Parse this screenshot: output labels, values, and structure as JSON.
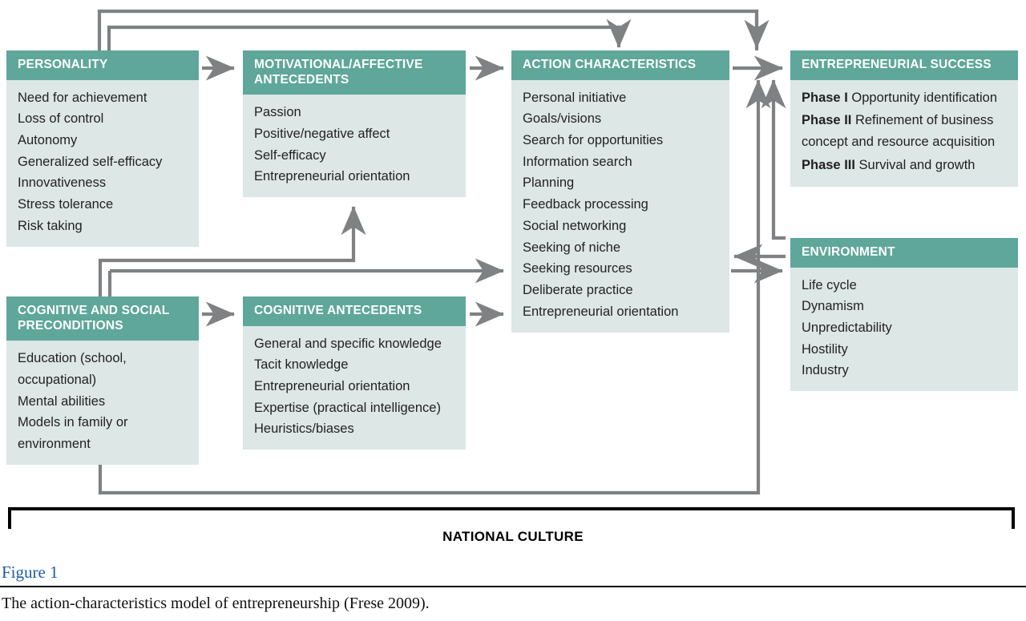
{
  "figure": {
    "label": "Figure 1",
    "caption": "The action-characteristics model of entrepreneurship (Frese 2009)."
  },
  "colors": {
    "header_teal": "#5ea79a",
    "body_fill": "#dce7e6",
    "arrow_gray": "#7f8183",
    "bracket_black": "#000000",
    "figure_link_blue": "#1c5ca8"
  },
  "frame": {
    "national_culture_label": "NATIONAL CULTURE"
  },
  "boxes": {
    "personality": {
      "title": "PERSONALITY",
      "items": [
        "Need for achievement",
        "Loss of control",
        "Autonomy",
        "Generalized self-efficacy",
        "Innovativeness",
        "Stress tolerance",
        "Risk taking"
      ]
    },
    "motivational": {
      "title": "MOTIVATIONAL/AFFECTIVE ANTECEDENTS",
      "items": [
        "Passion",
        "Positive/negative affect",
        "Self-efficacy",
        "Entrepreneurial orientation"
      ]
    },
    "action": {
      "title": "ACTION CHARACTERISTICS",
      "items": [
        "Personal initiative",
        "Goals/visions",
        "Search for opportunities",
        "Information search",
        "Planning",
        "Feedback processing",
        "Social networking",
        "Seeking of niche",
        "Seeking resources",
        "Deliberate practice",
        "Entrepreneurial orientation"
      ]
    },
    "success": {
      "title": "ENTREPRENEURIAL SUCCESS",
      "phases": [
        {
          "name": "Phase I",
          "text": "Opportunity identification"
        },
        {
          "name": "Phase II",
          "text": "Refinement of business concept and resource acquisition"
        },
        {
          "name": "Phase III",
          "text": "Survival and growth"
        }
      ]
    },
    "environment": {
      "title": "ENVIRONMENT",
      "items": [
        "Life cycle",
        "Dynamism",
        "Unpredictability",
        "Hostility",
        "Industry"
      ]
    },
    "cognitive_preconditions": {
      "title": "COGNITIVE AND SOCIAL PRECONDITIONS",
      "items": [
        "Education (school, occupational)",
        "Mental abilities",
        "Models in family or environment"
      ]
    },
    "cognitive_antecedents": {
      "title": "COGNITIVE ANTECEDENTS",
      "items": [
        "General and specific knowledge",
        "Tacit knowledge",
        "Entrepreneurial orientation",
        "Expertise (practical intelligence)",
        "Heuristics/biases"
      ]
    }
  },
  "arrows": [
    {
      "from": "personality",
      "to": "motivational",
      "kind": "forward"
    },
    {
      "from": "motivational",
      "to": "action",
      "kind": "forward"
    },
    {
      "from": "action",
      "to": "success",
      "kind": "forward"
    },
    {
      "from": "cognitive_preconditions",
      "to": "cognitive_antecedents",
      "kind": "forward"
    },
    {
      "from": "cognitive_antecedents",
      "to": "action",
      "kind": "forward"
    },
    {
      "from": "cognitive_preconditions",
      "to": "action",
      "kind": "forward"
    },
    {
      "from": "cognitive_preconditions",
      "to": "motivational",
      "kind": "forward"
    },
    {
      "from": "success",
      "to": "action",
      "kind": "feedback"
    },
    {
      "from": "success",
      "to": "personality",
      "kind": "feedback"
    },
    {
      "from": "action",
      "to": "environment",
      "kind": "forward"
    },
    {
      "from": "environment",
      "to": "action",
      "kind": "forward"
    },
    {
      "from": "environment",
      "to": "success",
      "kind": "forward"
    },
    {
      "from": "cognitive_preconditions",
      "to": "success",
      "kind": "feedback"
    }
  ]
}
